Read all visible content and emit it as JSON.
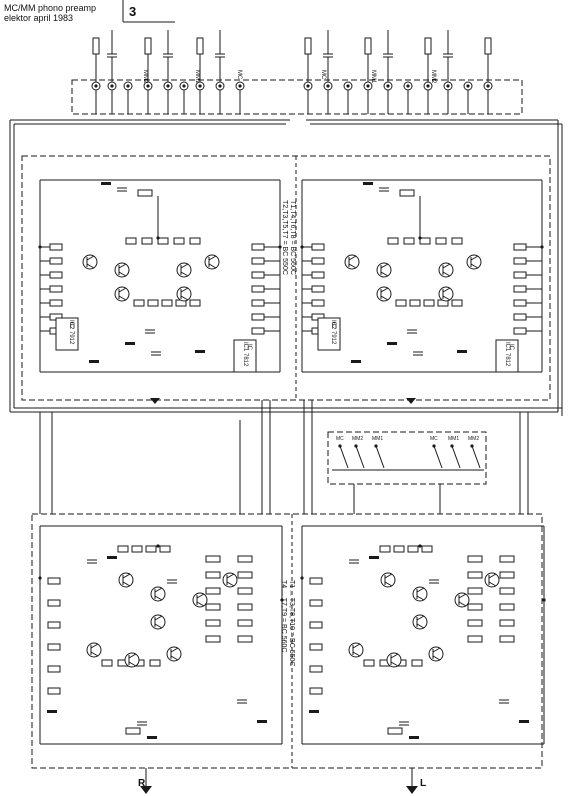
{
  "header": {
    "title_line1": "MC/MM phono preamp",
    "title_line2": "elektor april 1983",
    "figure_number": "3"
  },
  "diagram": {
    "channel_right_label": "R",
    "channel_left_label": "L",
    "connector_labels_right": [
      "MM2",
      "MM1",
      "MC"
    ],
    "connector_labels_left": [
      "MC",
      "MM1",
      "MM2"
    ],
    "ic_labels": [
      "IC2 7912",
      "IC1 7812",
      "IC2 7912",
      "IC1 7812"
    ],
    "transistor_note_top_1": "T1,T4,T6,T8 = BC 560C",
    "transistor_note_top_2": "T2,T3,T5,T7 = BC 550C",
    "transistor_note_bottom_1": "T1 ... T3,T8,T10 = BC 550C",
    "transistor_note_bottom_2": "T4 ... T7,T9 = BC 560C",
    "switch_labels": [
      "MC",
      "MM2",
      "MM1",
      "MC",
      "MM1",
      "MM2"
    ],
    "colors": {
      "ink": "#1a1a1a",
      "paper": "#ffffff"
    }
  }
}
